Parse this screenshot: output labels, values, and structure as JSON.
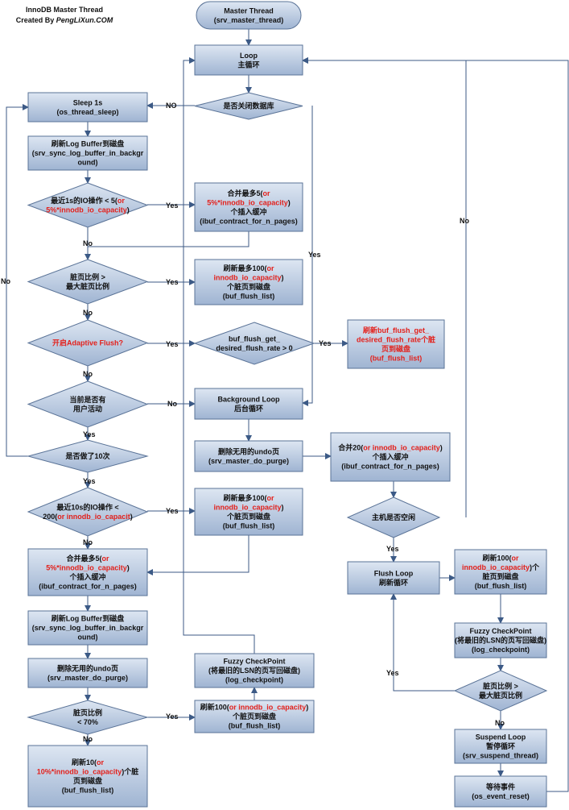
{
  "header": {
    "title": "InnoDB Master Thread",
    "created_by": "Created By",
    "site": "PengLiXun.COM"
  },
  "colors": {
    "box_fill_top": "#dde6f2",
    "box_fill_bottom": "#9fb4d2",
    "box_stroke": "#5a7397",
    "highlight_text": "#e3201b",
    "edge": "#3c5a86"
  },
  "nodes": {
    "master": [
      "Master Thread",
      "(srv_master_thread)"
    ],
    "loop": [
      "Loop",
      "主循环"
    ],
    "shutdown_q": [
      "是否关闭数据库"
    ],
    "sleep": [
      "Sleep 1s",
      "(os_thread_sleep)"
    ],
    "flush_log1": [
      "刷新Log Buffer到磁盘",
      "(srv_sync_log_buffer_in_backgr",
      "ound)"
    ],
    "io1s_q": [
      [
        "最近1s的IO操作 < 5(",
        "or"
      ],
      [
        "5%*innodb_io_capacity",
        ")"
      ]
    ],
    "merge5a": [
      [
        "合并最多5(",
        "or"
      ],
      [
        "5%*innodb_io_capacity",
        ")"
      ],
      [
        "个插入缓冲"
      ],
      [
        "(ibuf_contract_for_n_pages)"
      ]
    ],
    "dirty_q1": [
      "脏页比例 >",
      "最大脏页比例"
    ],
    "flush100a": [
      [
        "刷新最多100(",
        "or"
      ],
      [
        "innodb_io_capacity",
        ")"
      ],
      [
        "个脏页到磁盘"
      ],
      [
        "(buf_flush_list)"
      ]
    ],
    "adaptive_q": [
      "开启Adaptive Flush?"
    ],
    "rate_q": [
      "buf_flush_get_",
      "desired_flush_rate > 0"
    ],
    "flush_rate": [
      "刷新buf_flush_get_",
      "desired_flush_rate个脏",
      "页到磁盘",
      "(buf_flush_list)"
    ],
    "user_q": [
      "当前是否有",
      "用户活动"
    ],
    "bg_loop": [
      "Background Loop",
      "后台循环"
    ],
    "ten_q": [
      "是否做了10次"
    ],
    "purge_a": [
      "删除无用的undo页",
      "(srv_master_do_purge)"
    ],
    "merge20": [
      [
        "合并20(",
        "or innodb_io_capacity",
        ")"
      ],
      [
        "个插入缓冲"
      ],
      [
        "(ibuf_contract_for_n_pages)"
      ]
    ],
    "io10s_q": [
      [
        "最近10s的IO操作 <"
      ],
      [
        "200(",
        "or innodb_io_capacit",
        ")"
      ]
    ],
    "flush100b": [
      [
        "刷新最多100(",
        "or"
      ],
      [
        "innodb_io_capacity",
        ")"
      ],
      [
        "个脏页到磁盘"
      ],
      [
        "(buf_flush_list)"
      ]
    ],
    "idle_q": [
      "主机是否空闲"
    ],
    "merge5b": [
      [
        "合并最多5(",
        "or"
      ],
      [
        "5%*innodb_io_capacity",
        ")"
      ],
      [
        "个插入缓冲"
      ],
      [
        "(ibuf_contract_for_n_pages)"
      ]
    ],
    "flush_loop": [
      "Flush Loop",
      "刷新循环"
    ],
    "flush100c": [
      [
        "刷新100(",
        "or"
      ],
      [
        "innodb_io_capacity",
        ")个"
      ],
      [
        "脏页到磁盘"
      ],
      [
        "(buf_flush_list)"
      ]
    ],
    "flush_log2": [
      "刷新Log Buffer到磁盘",
      "(srv_sync_log_buffer_in_backgr",
      "ound)"
    ],
    "fuzzy_a": [
      "Fuzzy CheckPoint",
      "(将最旧的LSN的页写回磁盘)",
      "(log_checkpoint)"
    ],
    "fuzzy_b": [
      "Fuzzy CheckPoint",
      "(将最旧的LSN的页写回磁盘)",
      "(log_checkpoint)"
    ],
    "purge_b": [
      "删除无用的undo页",
      "(srv_master_do_purge)"
    ],
    "dirty_q2": [
      "脏页比例 >",
      "最大脏页比例"
    ],
    "dirty70_q": [
      "脏页比例",
      "< 70%"
    ],
    "flush100d": [
      [
        "刷新100(",
        "or innodb_io_capacity",
        ")"
      ],
      [
        "个脏页到磁盘"
      ],
      [
        "(buf_flush_list)"
      ]
    ],
    "suspend": [
      "Suspend Loop",
      "暂停循环",
      "(srv_suspend_thread)"
    ],
    "flush10": [
      [
        "刷新10(",
        "or"
      ],
      [
        "10%*innodb_io_capacity",
        ")个脏"
      ],
      [
        "页到磁盘"
      ],
      [
        "(buf_flush_list)"
      ]
    ],
    "wait_event": [
      "等待事件",
      "(os_event_reset)"
    ]
  },
  "red_segments": {
    "io1s_q": [
      [
        0,
        1
      ],
      [
        1,
        0
      ]
    ],
    "merge5a": [
      [
        0,
        1
      ],
      [
        1,
        0
      ]
    ],
    "flush100a": [
      [
        0,
        1
      ],
      [
        1,
        0
      ]
    ],
    "adaptive_q": "all",
    "flush_rate": "all",
    "merge20": [
      [
        0,
        1
      ]
    ],
    "io10s_q": [
      [
        1,
        1
      ]
    ],
    "flush100b": [
      [
        0,
        1
      ],
      [
        1,
        0
      ]
    ],
    "merge5b": [
      [
        0,
        1
      ],
      [
        1,
        0
      ]
    ],
    "flush100c": [
      [
        0,
        1
      ],
      [
        1,
        0
      ]
    ],
    "flush100d": [
      [
        0,
        1
      ]
    ],
    "flush10": [
      [
        0,
        1
      ],
      [
        1,
        0
      ]
    ]
  },
  "labels": {
    "no": "No",
    "no_caps": "NO",
    "yes": "Yes"
  }
}
